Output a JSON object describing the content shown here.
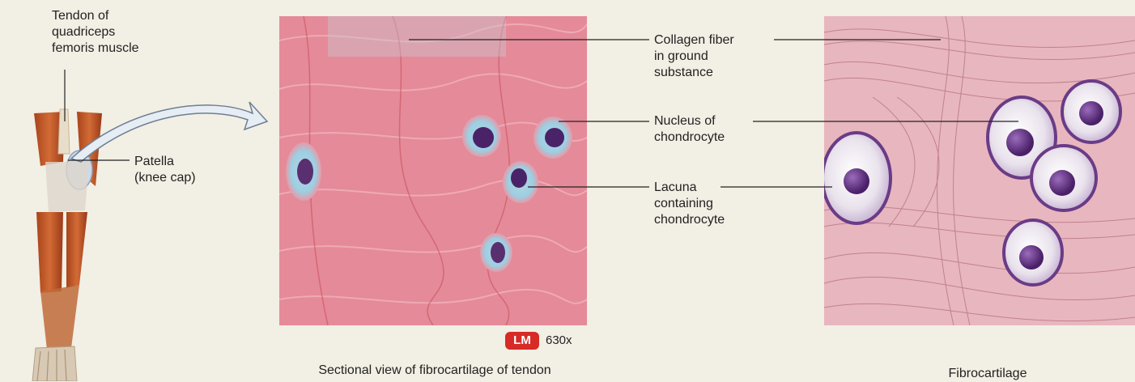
{
  "labels": {
    "tendon": "Tendon of\nquadriceps\nfemoris muscle",
    "patella": "Patella\n(knee cap)",
    "collagen": "Collagen fiber\nin ground\nsubstance",
    "nucleus": "Nucleus of\nchondrocyte",
    "lacuna": "Lacuna\ncontaining\nchondrocyte"
  },
  "micrograph": {
    "badge": "LM",
    "magnification": "630x",
    "caption": "Sectional view of fibrocartilage of tendon"
  },
  "illustration": {
    "caption": "Fibrocartilage"
  },
  "colors": {
    "background": "#f2efe4",
    "badge": "#d62b26",
    "tissue_pink": "#e9a3ad",
    "cell_purple": "#6a3b86"
  }
}
